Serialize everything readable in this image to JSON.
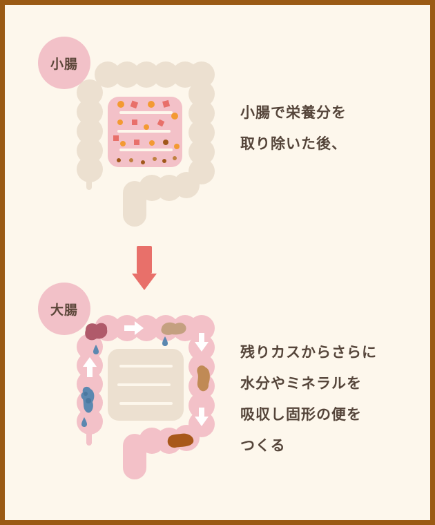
{
  "small_intestine": {
    "badge": "小腸",
    "caption_lines": [
      "小腸で栄養分を",
      "取り除いた後、"
    ]
  },
  "large_intestine": {
    "badge": "大腸",
    "caption_lines": [
      "残りカスからさらに",
      "水分やミネラルを",
      "吸収し固形の便を",
      "つくる"
    ]
  },
  "colors": {
    "frame": "#9a5a14",
    "background": "#fdf7ec",
    "colon_plain": "#ece0d0",
    "colon_active": "#f3c1c8",
    "badge": "#f2c1c8",
    "arrow": "#e8706a",
    "text": "#55453a"
  }
}
